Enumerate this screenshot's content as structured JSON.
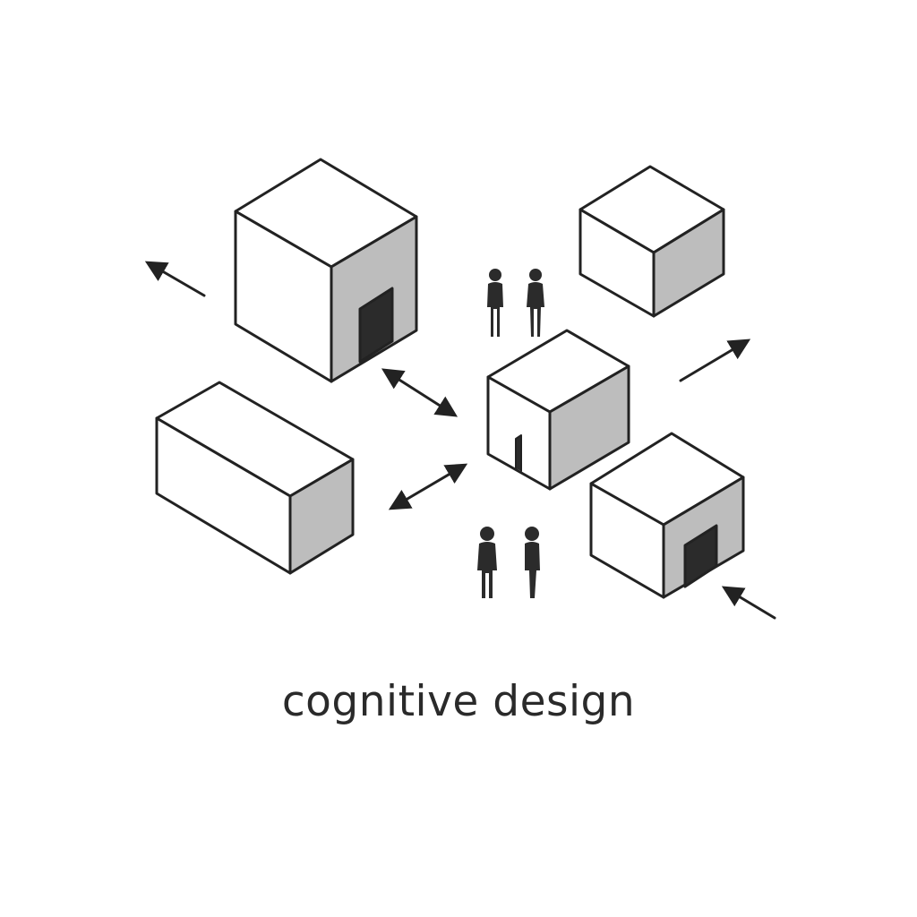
{
  "diagram": {
    "caption": "cognitive design",
    "colors": {
      "background": "#ffffff",
      "stroke": "#222222",
      "face_light": "#ffffff",
      "face_shaded": "#bdbdbd",
      "figure": "#2b2b2b",
      "doorway": "#2b2b2b"
    },
    "elements": [
      {
        "kind": "cube",
        "description": "large cube with doorway"
      },
      {
        "kind": "cube",
        "description": "small cube"
      },
      {
        "kind": "cube",
        "description": "central cube with narrow door"
      },
      {
        "kind": "box",
        "description": "long rectangular block"
      },
      {
        "kind": "cube",
        "description": "cube with doorway"
      },
      {
        "kind": "people",
        "count": 2
      },
      {
        "kind": "people",
        "count": 2
      }
    ]
  }
}
